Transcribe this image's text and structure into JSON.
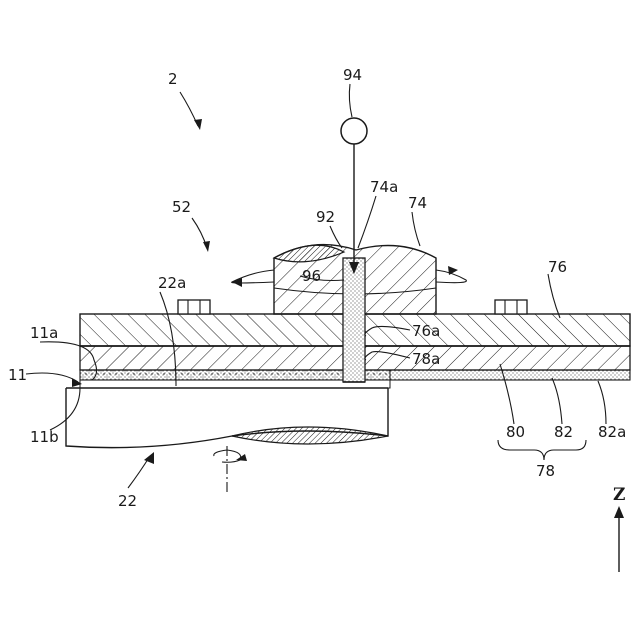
{
  "figure": {
    "labels": {
      "apparatus": "2",
      "chuck_unit": "52",
      "supply_source": "94",
      "nozzle": "92",
      "pad_top": "74a",
      "pad_top_block": "74",
      "supply_hole": "96",
      "top_plate": "76",
      "chuck_surface": "22a",
      "wafer_top": "11a",
      "wafer": "11",
      "wafer_bottom": "11b",
      "hole_76a": "76a",
      "hole_78a": "78a",
      "layer_80": "80",
      "layer_82": "82",
      "layer_82a": "82a",
      "pad_78": "78",
      "lower_chuck": "22",
      "axis": "Z"
    }
  }
}
